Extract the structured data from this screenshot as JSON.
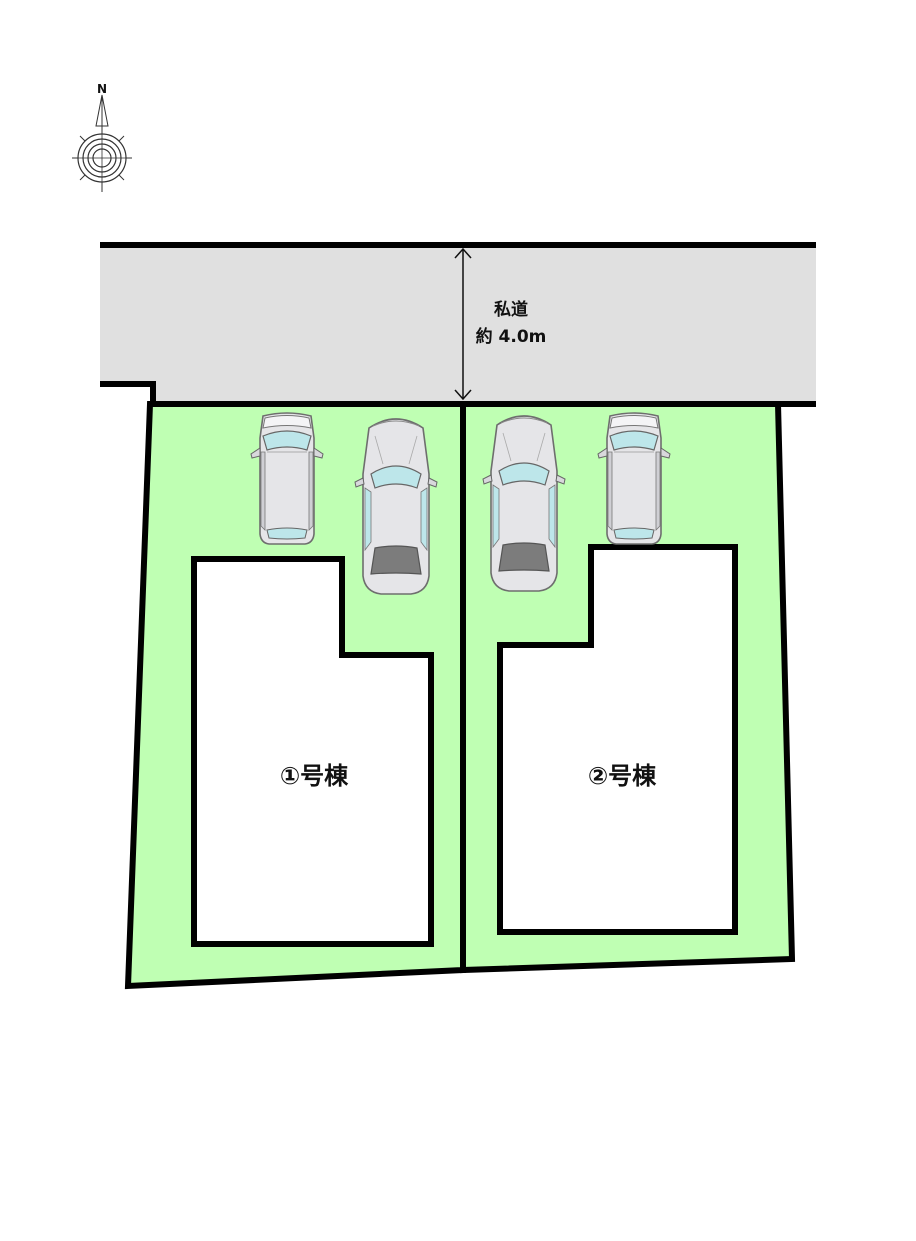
{
  "compass": {
    "north_label": "N"
  },
  "road": {
    "name": "私道",
    "width": "約 4.0m"
  },
  "lots": [
    {
      "label": "①号棟",
      "parking_spaces": 2
    },
    {
      "label": "②号棟",
      "parking_spaces": 2
    }
  ],
  "colors": {
    "lot_fill": "#bfffb3",
    "road_fill": "#e0e0e0",
    "outline": "#000000",
    "building_fill": "#ffffff",
    "car_body": "#e5e5e8",
    "car_glass": "#bde6ea",
    "car_rear_glass": "#7c7c7c"
  }
}
